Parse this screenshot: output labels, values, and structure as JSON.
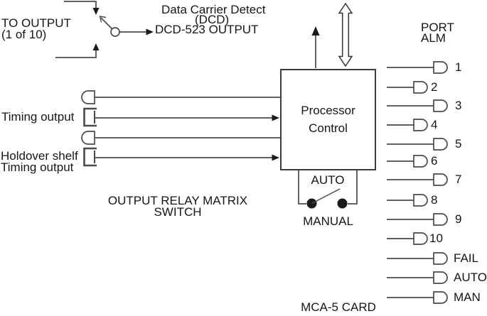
{
  "colors": {
    "background": "#ffffff",
    "line": "#4a4a4a",
    "text": "#161616"
  },
  "source_select": {
    "to_output": "TO OUTPUT",
    "one_of_ten": "(1 of 10)"
  },
  "dcd": {
    "line1": "Data Carrier Detect",
    "line2": "(DCD)",
    "line3": "DCD-523 OUTPUT"
  },
  "inputs": {
    "timing_output": "Timing output",
    "holdover_line1": "Holdover shelf",
    "holdover_line2": "Timing output"
  },
  "processor": {
    "line1": "Processor",
    "line2": "Control"
  },
  "matrix_label": {
    "line1": "OUTPUT RELAY MATRIX",
    "line2": "SWITCH"
  },
  "mode_switch": {
    "auto": "AUTO",
    "manual": "MANUAL"
  },
  "port_alm": {
    "header_line1": "PORT",
    "header_line2": "ALM",
    "items": [
      {
        "label": "1"
      },
      {
        "label": "2"
      },
      {
        "label": "3"
      },
      {
        "label": "4"
      },
      {
        "label": "5"
      },
      {
        "label": "6"
      },
      {
        "label": "7"
      },
      {
        "label": "8"
      },
      {
        "label": "9"
      },
      {
        "label": "10"
      },
      {
        "label": "FAIL"
      },
      {
        "label": "AUTO"
      },
      {
        "label": "MAN"
      }
    ]
  },
  "card_label": "MCA-5 CARD"
}
